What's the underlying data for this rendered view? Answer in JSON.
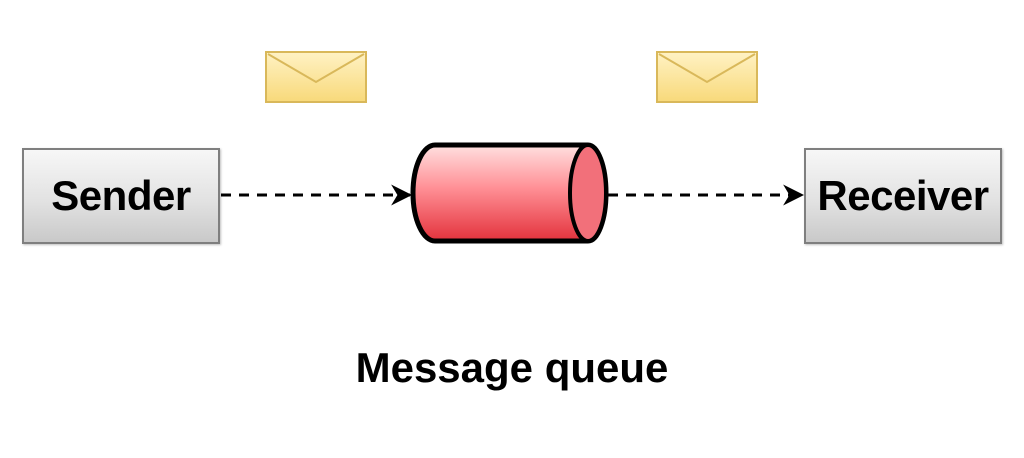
{
  "diagram": {
    "nodes": {
      "sender": {
        "label": "Sender"
      },
      "queue": {
        "label": ""
      },
      "receiver": {
        "label": "Receiver"
      }
    },
    "caption": "Message queue",
    "colors": {
      "envelope_fill": "#fbe49a",
      "envelope_stroke": "#d9b85a",
      "queue_fill_top": "#ffd6d6",
      "queue_fill_bottom": "#e8303a",
      "box_border": "#7f7f7f",
      "edge": "#000000"
    },
    "icons": [
      "envelope-icon",
      "envelope-icon"
    ],
    "edges": [
      {
        "from": "sender",
        "to": "queue",
        "style": "dashed"
      },
      {
        "from": "queue",
        "to": "receiver",
        "style": "dashed"
      }
    ]
  }
}
